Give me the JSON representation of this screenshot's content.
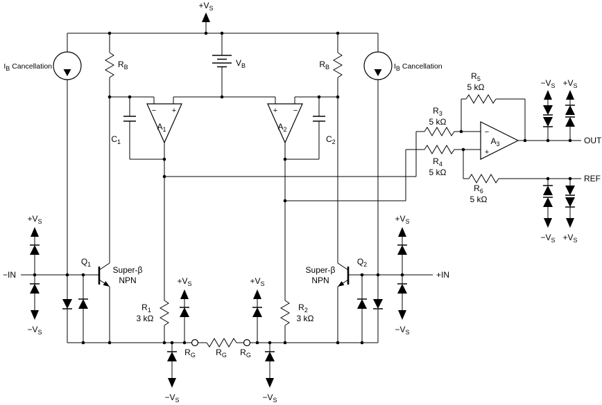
{
  "colors": {
    "ink": "#000000",
    "background": "#ffffff"
  },
  "supplies": {
    "vs_plus": {
      "text": "+V",
      "sub": "S"
    },
    "vs_minus": {
      "text": "−V",
      "sub": "S"
    }
  },
  "battery": {
    "text": "V",
    "sub": "B"
  },
  "current_sources": {
    "ib_cancellation": {
      "text": "I",
      "sub": "B",
      "rest": " Cancellation"
    }
  },
  "opamps": {
    "a1": {
      "text": "A",
      "sub": "1"
    },
    "a2": {
      "text": "A",
      "sub": "2"
    },
    "a3": {
      "text": "A",
      "sub": "3"
    },
    "noninverting_sign": "+",
    "inverting_sign": "−"
  },
  "resistors": {
    "rb": {
      "text": "R",
      "sub": "B"
    },
    "r1": {
      "text": "R",
      "sub": "1",
      "value": "3 kΩ"
    },
    "r2": {
      "text": "R",
      "sub": "2",
      "value": "3 kΩ"
    },
    "r3": {
      "text": "R",
      "sub": "3",
      "value": "5 kΩ"
    },
    "r4": {
      "text": "R",
      "sub": "4",
      "value": "5 kΩ"
    },
    "r5": {
      "text": "R",
      "sub": "5",
      "value": "5 kΩ"
    },
    "r6": {
      "text": "R",
      "sub": "6",
      "value": "5 kΩ"
    },
    "rg": {
      "text": "R",
      "sub": "G"
    }
  },
  "capacitors": {
    "c1": {
      "text": "C",
      "sub": "1"
    },
    "c2": {
      "text": "C",
      "sub": "2"
    }
  },
  "transistors": {
    "q1": {
      "text": "Q",
      "sub": "1"
    },
    "q2": {
      "text": "Q",
      "sub": "2"
    },
    "type_line1": "Super-β",
    "type_line2": "NPN"
  },
  "ports": {
    "in_minus": "−IN",
    "in_plus": "+IN",
    "out": "OUT",
    "ref": "REF"
  }
}
